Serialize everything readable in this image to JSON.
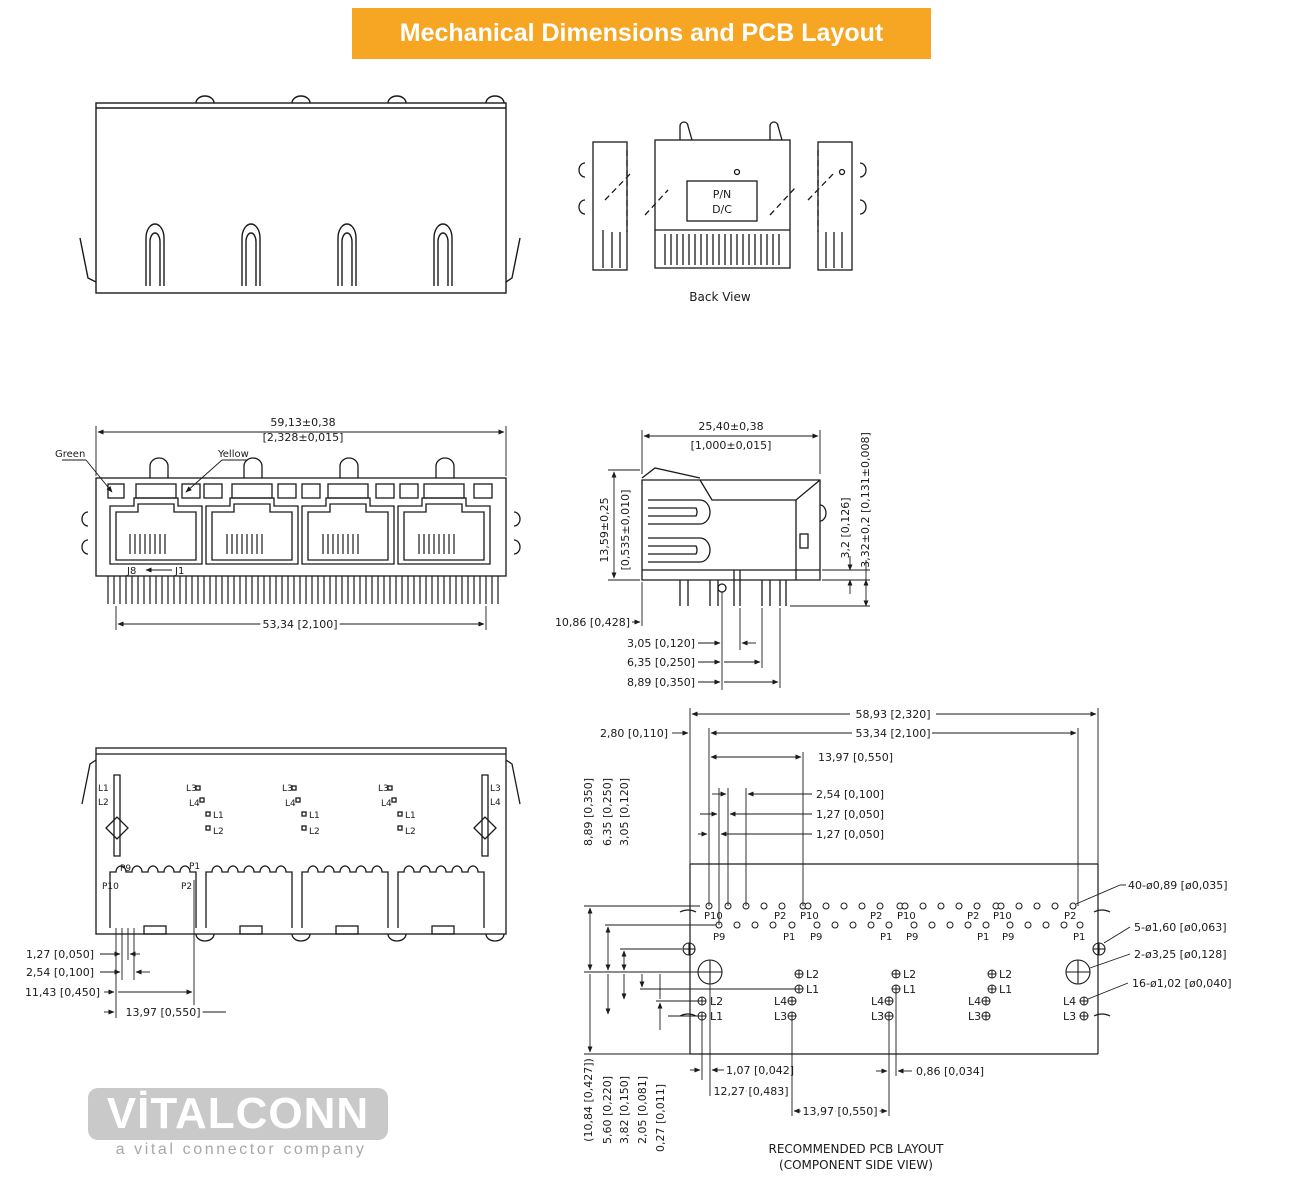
{
  "header": {
    "title": "Mechanical Dimensions and PCB Layout"
  },
  "back_view": {
    "label": "Back View",
    "pn": "P/N",
    "dc": "D/C"
  },
  "front_view": {
    "width_mm": "59,13±0,38",
    "width_in": "[2,328±0,015]",
    "led_green": "Green",
    "led_yellow": "Yellow",
    "pin_left": "J8",
    "pin_right": "J1",
    "pitch": "53,34 [2,100]"
  },
  "side_view": {
    "depth_mm": "25,40±0,38",
    "depth_in": "[1,000±0,015]",
    "height_mm": "13,59±0,25",
    "height_in": "[0,535±0,010]",
    "standoff": "3,2 [0,126]",
    "pin_len": "3,32±0,2 [0,131±0,008]",
    "d1": "10,86 [0,428]",
    "d2": "3,05 [0,120]",
    "d3": "6,35 [0,250]",
    "d4": "8,89 [0,350]"
  },
  "bottom_view": {
    "l1": "L1",
    "l2": "L2",
    "l3": "L3",
    "l4": "L4",
    "p1": "P1",
    "p2": "P2",
    "p9": "P9",
    "p10": "P10",
    "d1": "1,27 [0,050]",
    "d2": "2,54 [0,100]",
    "d3": "11,43 [0,450]",
    "d4": "13,97 [0,550]"
  },
  "pcb": {
    "top1": "58,93 [2,320]",
    "top2": "53,34 [2,100]",
    "left_offset": "2,80 [0,110]",
    "port_pitch": "13,97 [0,550]",
    "pitch_254": "2,54 [0,100]",
    "pitch_127a": "1,27 [0,050]",
    "pitch_127b": "1,27 [0,050]",
    "v1": "8,89 [0,350]",
    "v2": "6,35 [0,250]",
    "v3": "3,05 [0,120]",
    "b1": "(10,84 [0,427])",
    "b2": "5,60 [0,220]",
    "b3": "3,82 [0,150]",
    "b4": "2,05 [0,081]",
    "b5": "0,27 [0,011]",
    "holes1": "40-ø0,89 [ø0,035]",
    "holes2": "5-ø1,60 [ø0,063]",
    "holes3": "2-ø3,25 [ø0,128]",
    "holes4": "16-ø1,02 [ø0,040]",
    "bot1": "1,07 [0,042]",
    "bot2": "12,27 [0,483]",
    "bot3": "13,97 [0,550]",
    "bot4": "0,86 [0,034]",
    "caption1": "RECOMMENDED PCB LAYOUT",
    "caption2": "(COMPONENT SIDE VIEW)"
  },
  "logo": {
    "wordmark": "VİTALCONN",
    "tagline": "a vital connector company"
  },
  "colors": {
    "banner": "#f6a623",
    "ink": "#1a1a1a",
    "logo": "#c9c9c9"
  }
}
